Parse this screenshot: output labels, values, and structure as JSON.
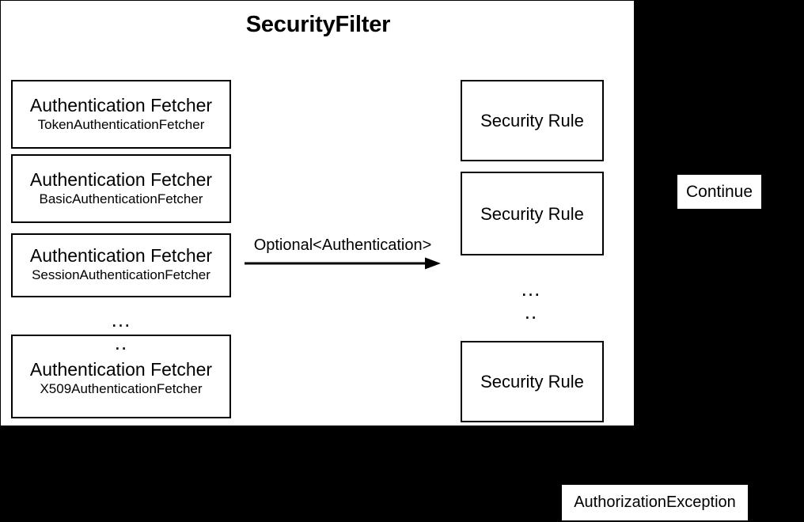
{
  "diagram": {
    "title": "SecurityFilter",
    "background_color": "#000000",
    "panel_color": "#ffffff",
    "stroke_color": "#000000"
  },
  "fetchers": {
    "heading": "Authentication Fetcher",
    "items": [
      {
        "title": "Authentication Fetcher",
        "impl": "TokenAuthenticationFetcher"
      },
      {
        "title": "Authentication Fetcher",
        "impl": "BasicAuthenticationFetcher"
      },
      {
        "title": "Authentication Fetcher",
        "impl": "SessionAuthenticationFetcher"
      },
      {
        "title": "Authentication Fetcher",
        "impl": "X509AuthenticationFetcher"
      }
    ],
    "ellipsis_major": "…",
    "ellipsis_minor": ".."
  },
  "flow": {
    "label": "Optional<Authentication>",
    "arrow_direction": "right"
  },
  "rules": {
    "items": [
      {
        "label": "Security Rule"
      },
      {
        "label": "Security Rule"
      },
      {
        "label": "Security Rule"
      }
    ],
    "ellipsis_major": "…",
    "ellipsis_minor": ".."
  },
  "outcomes": {
    "continue_label": "Continue",
    "exception_label": "AuthorizationException"
  }
}
